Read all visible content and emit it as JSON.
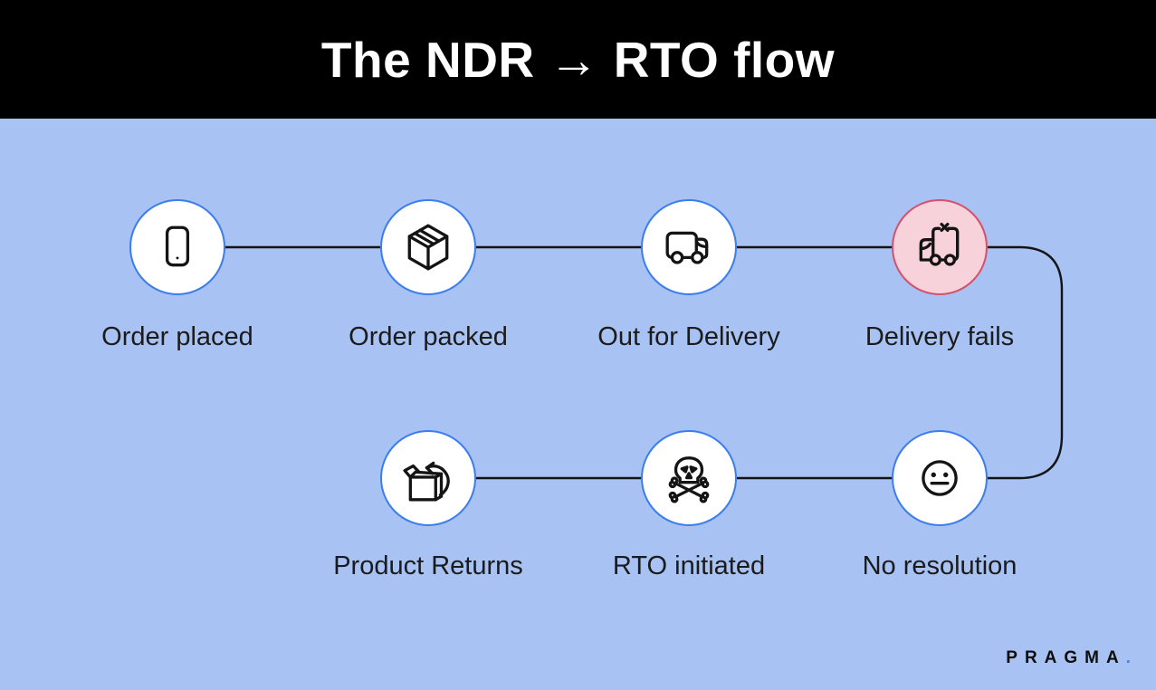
{
  "header": {
    "title": "The NDR → RTO flow"
  },
  "steps": [
    {
      "label": "Order placed",
      "icon": "phone-icon",
      "state": "normal"
    },
    {
      "label": "Order packed",
      "icon": "package-icon",
      "state": "normal"
    },
    {
      "label": "Out for Delivery",
      "icon": "truck-icon",
      "state": "normal"
    },
    {
      "label": "Delivery fails",
      "icon": "truck-fail-icon",
      "state": "fail"
    },
    {
      "label": "Product Returns",
      "icon": "return-box-icon",
      "state": "normal"
    },
    {
      "label": "RTO initiated",
      "icon": "skull-icon",
      "state": "normal"
    },
    {
      "label": "No resolution",
      "icon": "neutral-face-icon",
      "state": "normal"
    }
  ],
  "flow_edges": [
    [
      "Order placed",
      "Order packed"
    ],
    [
      "Order packed",
      "Out for Delivery"
    ],
    [
      "Out for Delivery",
      "Delivery fails"
    ],
    [
      "Delivery fails",
      "No resolution"
    ],
    [
      "No resolution",
      "RTO initiated"
    ],
    [
      "RTO initiated",
      "Product Returns"
    ]
  ],
  "brand": {
    "name": "PRAGMA",
    "dot": "."
  },
  "colors": {
    "header_bg": "#000000",
    "header_text": "#ffffff",
    "body_bg": "#a7c2f3",
    "node_fill": "#ffffff",
    "node_border": "#3b7ded",
    "fail_fill": "#f8d2da",
    "fail_border": "#d5506a",
    "line": "#141414",
    "label_text": "#1b1b1b",
    "brand_dot": "#4a80f0"
  }
}
